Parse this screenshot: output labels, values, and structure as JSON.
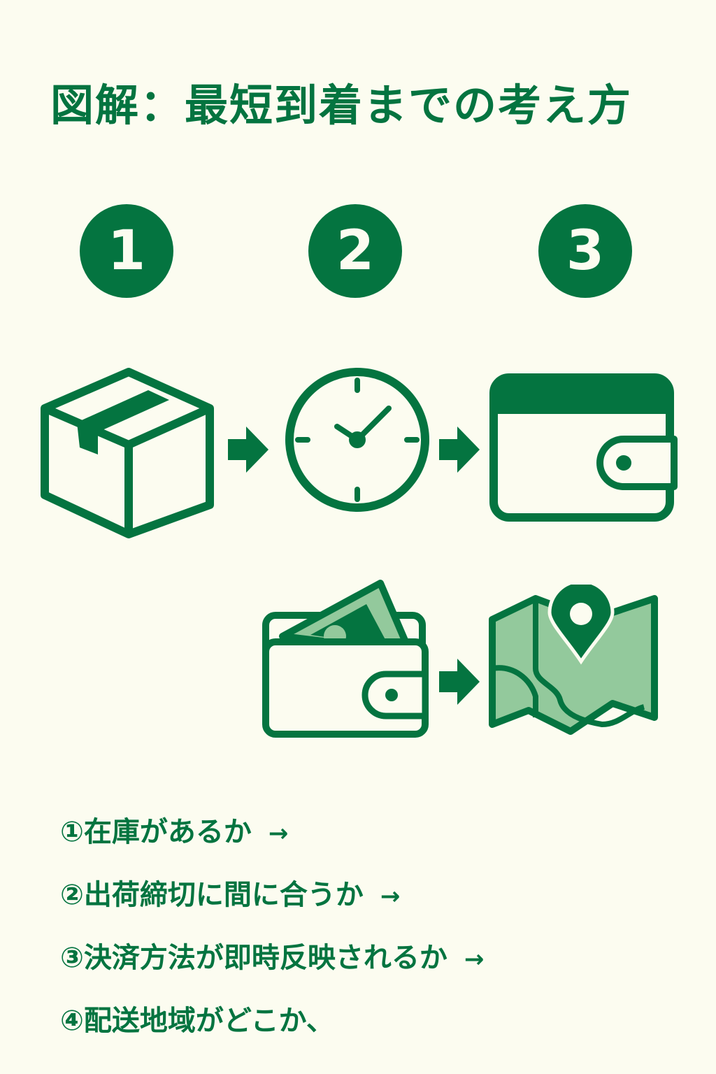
{
  "title": "図解：最短到着までの考え方",
  "steps": [
    {
      "number": "1"
    },
    {
      "number": "2"
    },
    {
      "number": "3"
    }
  ],
  "icons": {
    "box": "package-box-icon",
    "clock": "clock-icon",
    "wallet_card": "wallet-icon",
    "wallet_cash": "wallet-with-cash-icon",
    "map": "map-pin-icon",
    "arrow": "arrow-right-icon"
  },
  "colors": {
    "primary": "#047440",
    "light_green": "#93c99c",
    "background": "#fcfcf0"
  },
  "list": [
    {
      "text": "①在庫があるか",
      "arrow": "→"
    },
    {
      "text": "②出荷締切に間に合うか",
      "arrow": "→"
    },
    {
      "text": "③決済方法が即時反映されるか",
      "arrow": "→"
    },
    {
      "text": "④配送地域がどこか、",
      "arrow": ""
    }
  ]
}
